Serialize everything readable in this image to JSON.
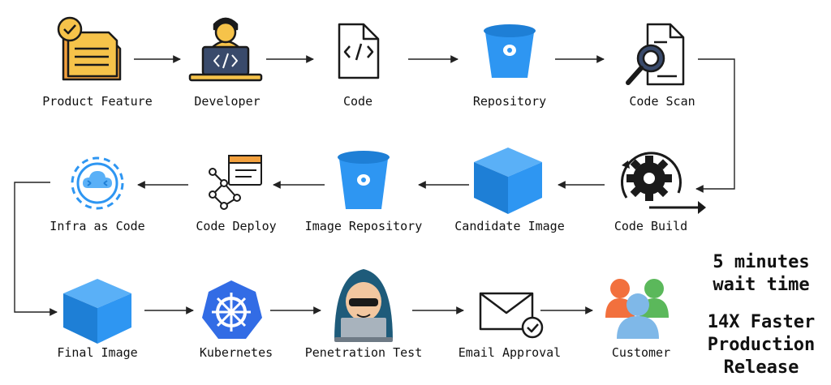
{
  "nodes": [
    {
      "label": "Product Feature",
      "icon": "document-check-icon"
    },
    {
      "label": "Developer",
      "icon": "developer-laptop-icon"
    },
    {
      "label": "Code",
      "icon": "code-file-icon"
    },
    {
      "label": "Repository",
      "icon": "bucket-icon"
    },
    {
      "label": "Code Scan",
      "icon": "document-search-icon"
    },
    {
      "label": "Code Build",
      "icon": "gear-cycle-icon"
    },
    {
      "label": "Candidate Image",
      "icon": "cube-icon"
    },
    {
      "label": "Image Repository",
      "icon": "bucket-icon"
    },
    {
      "label": "Code Deploy",
      "icon": "deploy-network-icon"
    },
    {
      "label": "Infra as Code",
      "icon": "cloud-gear-icon"
    },
    {
      "label": "Final Image",
      "icon": "cube-icon"
    },
    {
      "label": "Kubernetes",
      "icon": "kubernetes-icon"
    },
    {
      "label": "Penetration Test",
      "icon": "hacker-icon"
    },
    {
      "label": "Email Approval",
      "icon": "email-check-icon"
    },
    {
      "label": "Customer",
      "icon": "users-icon"
    }
  ],
  "wait_time": {
    "line1": "5 minutes",
    "line2": "wait time"
  },
  "faster_release": {
    "line1": "14X Faster",
    "line2": "Production",
    "line3": "Release"
  },
  "colors": {
    "blue": "#2E96F2",
    "dark": "#1a1a1a",
    "orange": "#F2A03D",
    "yellow": "#F6C34A"
  }
}
